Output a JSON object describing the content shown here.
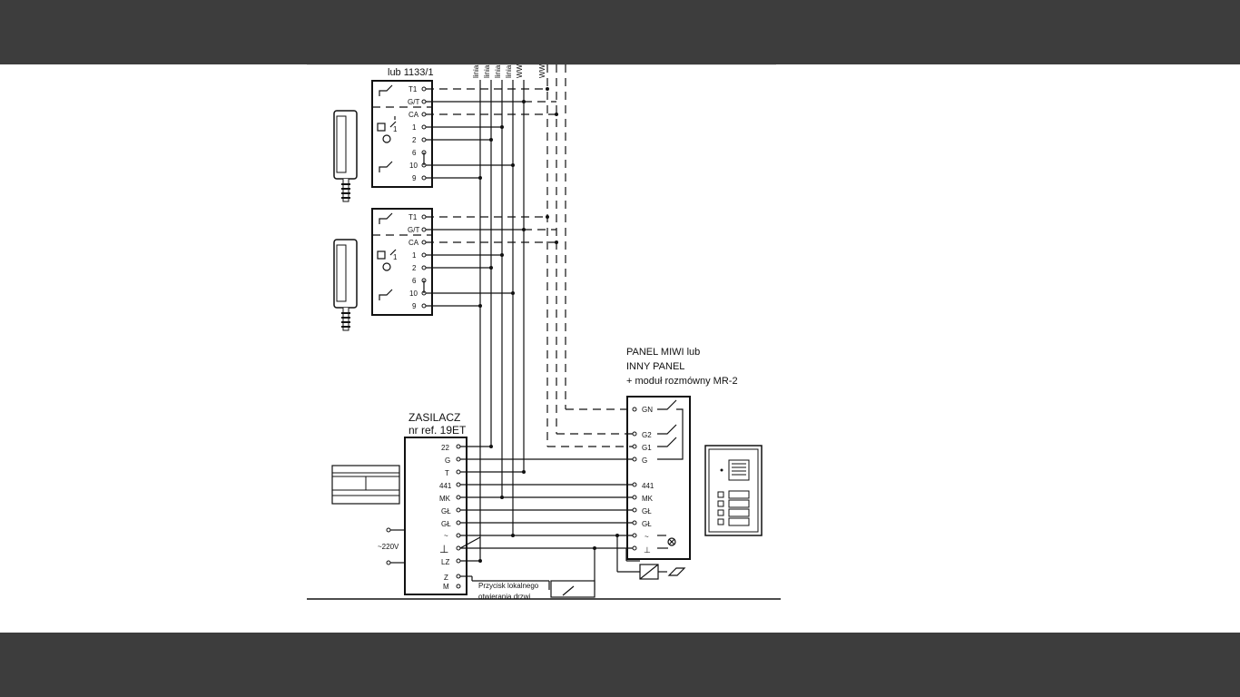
{
  "handset_model": "lub 1133/1",
  "bus_labels": [
    "linia",
    "linia",
    "linia",
    "linia",
    "WWW",
    "WWW"
  ],
  "handset_terminals": [
    "T1",
    "G/T",
    "CA",
    "1",
    "2",
    "6",
    "10",
    "9"
  ],
  "handset_small_label": "1",
  "panel": {
    "title_line1": "PANEL MIWI  lub",
    "title_line2": "INNY PANEL",
    "title_line3": "+ moduł rozmówny MR-2",
    "terminals": [
      "GN",
      "G2",
      "G1",
      "G",
      "441",
      "MK",
      "GŁ",
      "GŁ",
      "~",
      "⊥"
    ]
  },
  "psu": {
    "title_line1": "ZASILACZ",
    "title_line2": "nr ref. 19ET",
    "terminals": [
      "22",
      "G",
      "T",
      "441",
      "MK",
      "GŁ",
      "GŁ",
      "~",
      "⊥",
      "LZ",
      "Z",
      "M"
    ]
  },
  "mains_label": "~220V",
  "local_button_line1": "Przycisk lokalnego",
  "local_button_line2": "otwierania drzwi"
}
